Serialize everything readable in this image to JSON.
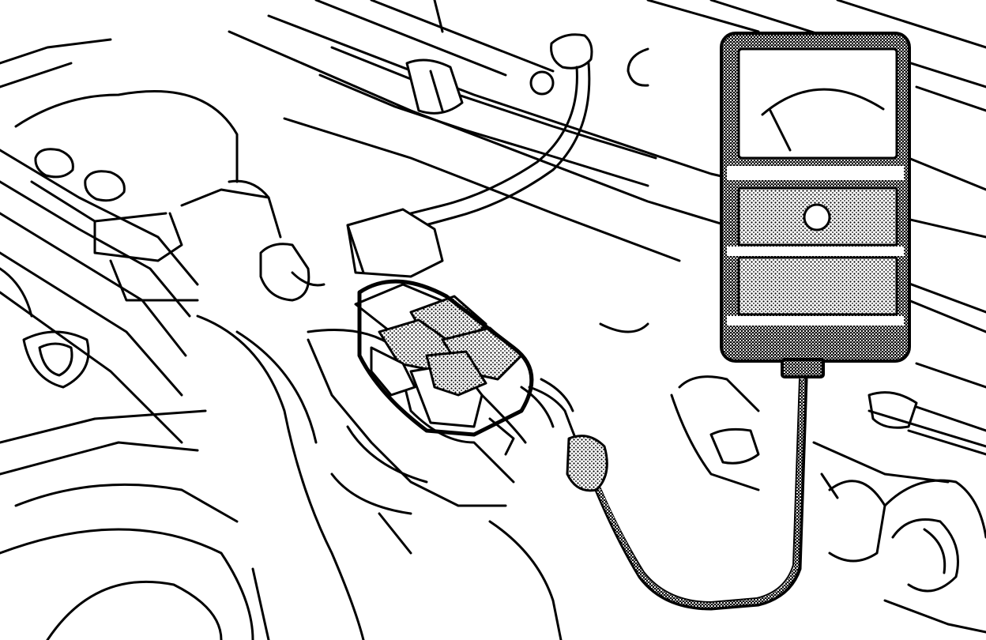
{
  "illustration": {
    "subject": "engine-bay-diagnostic-test",
    "elements": [
      "engine-block",
      "wiring-harness",
      "multi-pin-connector",
      "analog-test-meter",
      "meter-lead-cable"
    ],
    "colors": {
      "ink": "#000000",
      "paper": "#ffffff"
    }
  }
}
